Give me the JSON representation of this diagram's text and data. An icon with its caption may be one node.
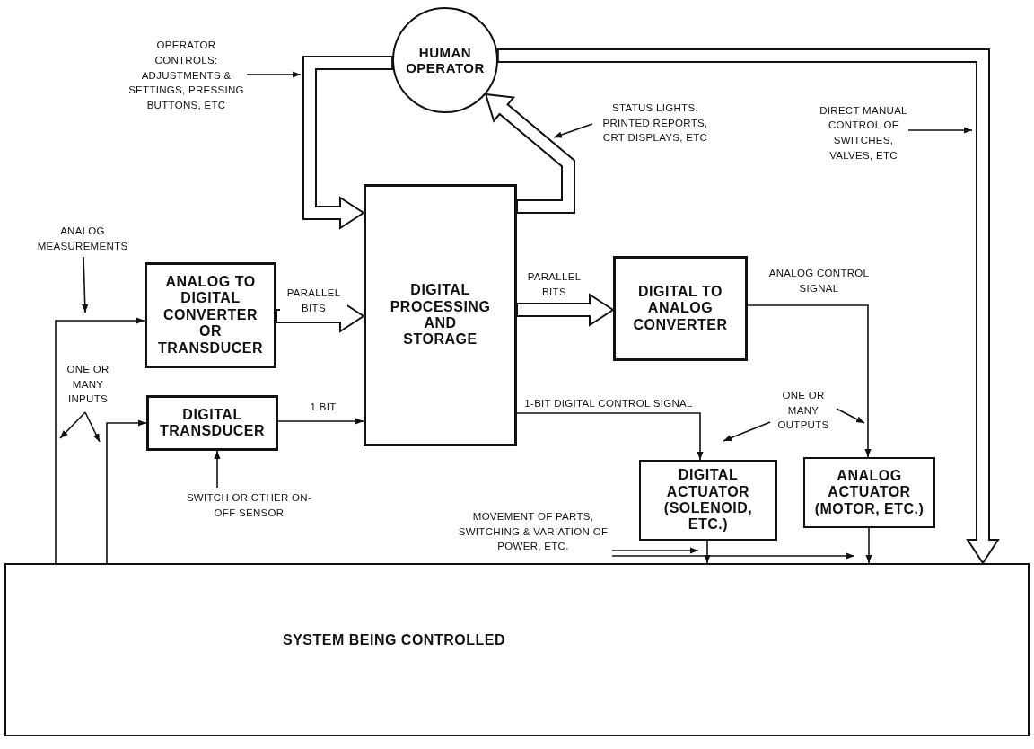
{
  "diagram": {
    "nodes": [
      {
        "text": [
          "HUMAN OPERATOR"
        ]
      },
      {
        "text": [
          "ANALOG TO DIGITAL CONVERTER OR TRANSDUCER"
        ]
      },
      {
        "text": [
          "DIGITAL PROCESSING AND STORAGE"
        ]
      },
      {
        "text": [
          "DIGITAL TO ANALOG CONVERTER"
        ]
      },
      {
        "text": [
          "DIGITAL TRANSDUCER"
        ]
      },
      {
        "text": [
          "DIGITAL ACTUATOR (SOLENOID, ETC.)"
        ]
      },
      {
        "text": [
          "ANALOG ACTUATOR (MOTOR, ETC.)"
        ]
      },
      {
        "text": [
          "SYSTEM BEING CONTROLLED"
        ]
      },
      {
        "text": [
          "OPERATOR CONTROLS: ADJUSTMENTS & SETTINGS, PRESSING BUTTONS, ETC"
        ]
      },
      {
        "text": [
          "STATUS LIGHTS, PRINTED REPORTS, CRT DISPLAYS, ETC"
        ]
      },
      {
        "text": [
          "DIRECT MANUAL CONTROL OF SWITCHES, VALVES, ETC"
        ]
      },
      {
        "text": [
          "ANALOG MEASUREMENTS"
        ]
      },
      {
        "text": [
          "ONE OR MANY INPUTS"
        ]
      },
      {
        "text": [
          "SWITCH OR OTHER ON-OFF SENSOR"
        ]
      },
      {
        "text": [
          "ONE OR MANY OUTPUTS"
        ]
      },
      {
        "text": [
          "MOVEMENT OF PARTS, SWITCHING & VARIATION OF POWER, ETC."
        ]
      }
    ],
    "edges": [
      {
        "from": 0,
        "to": 2,
        "arrow": "to",
        "style": "thick"
      },
      {
        "from": 2,
        "to": 0,
        "arrow": "to",
        "style": "thick"
      },
      {
        "from": 0,
        "to": 7,
        "arrow": "to",
        "style": "thick"
      },
      {
        "from": 1,
        "to": 2,
        "arrow": "to",
        "style": "thick",
        "label": "PARALLEL BITS"
      },
      {
        "from": 2,
        "to": 3,
        "arrow": "to",
        "style": "thick",
        "label": "PARALLEL BITS"
      },
      {
        "from": 4,
        "to": 2,
        "arrow": "to",
        "label": "1 BIT"
      },
      {
        "from": 2,
        "to": 5,
        "arrow": "to",
        "label": "1-BIT DIGITAL CONTROL SIGNAL"
      },
      {
        "from": 3,
        "to": 6,
        "arrow": "to",
        "label": "ANALOG CONTROL SIGNAL"
      },
      {
        "from": 5,
        "to": 7,
        "arrow": "to"
      },
      {
        "from": 6,
        "to": 7,
        "arrow": "to"
      },
      {
        "from": 7,
        "to": 1,
        "arrow": "to"
      },
      {
        "from": 7,
        "to": 4,
        "arrow": "to"
      },
      {
        "from": 8,
        "to": null,
        "arrow": "to"
      },
      {
        "from": 9,
        "to": null,
        "arrow": "to"
      },
      {
        "from": 10,
        "to": null,
        "arrow": "to"
      },
      {
        "from": 11,
        "to": null,
        "arrow": "to"
      },
      {
        "from": 12,
        "to": null,
        "arrow": "to"
      },
      {
        "from": 12,
        "to": null,
        "arrow": "to"
      },
      {
        "from": 13,
        "to": 4,
        "arrow": "to"
      },
      {
        "from": 14,
        "to": 5,
        "arrow": "to"
      },
      {
        "from": 14,
        "to": null,
        "arrow": "to"
      },
      {
        "from": 15,
        "to": 5,
        "arrow": "to"
      },
      {
        "from": 15,
        "to": 7,
        "arrow": "to"
      }
    ]
  }
}
